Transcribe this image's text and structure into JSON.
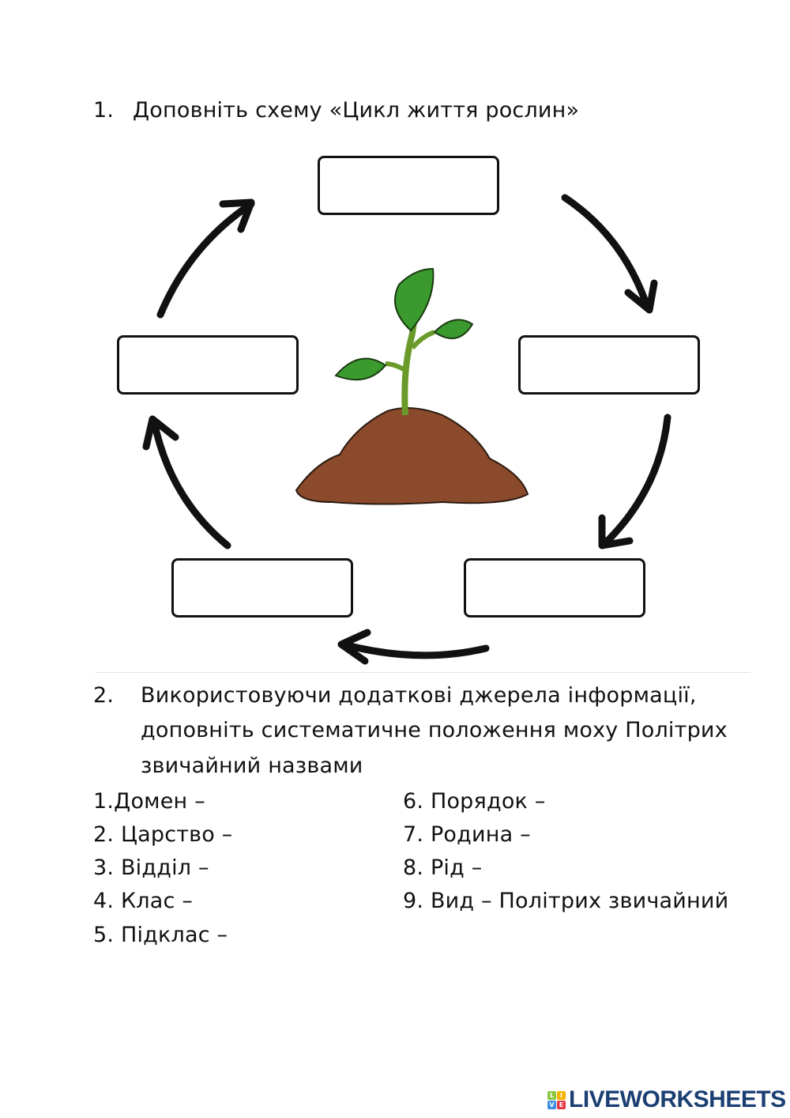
{
  "task1": {
    "number": "1.",
    "title": "Доповніть схему «Цикл життя рослин»"
  },
  "task2": {
    "number": "2.",
    "lines": [
      "Використовуючи додаткові джерела інформації,",
      "доповніть систематичне положення моху Політрих",
      "звичайний назвами"
    ]
  },
  "taxonomy_left": [
    "1.Домен –",
    "2. Царство –",
    "3. Відділ –",
    "4. Клас –",
    "5. Підклас –"
  ],
  "taxonomy_right": [
    "6. Порядок –",
    "7. Родина –",
    "8. Рід –",
    "9. Вид – Політрих звичайний"
  ],
  "logo": {
    "text": "LIVEWORKSHEETS",
    "letters": [
      "L",
      "I",
      "V",
      "E"
    ]
  },
  "colors": {
    "leaf": "#3a9a2e",
    "soil": "#8b4a2b",
    "logo": "#1b3f73"
  }
}
